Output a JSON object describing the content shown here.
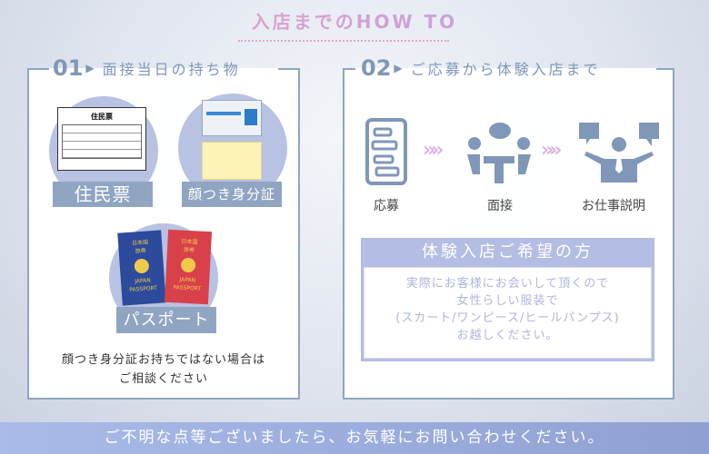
{
  "header": {
    "title": "入店までのHOW TO"
  },
  "section1": {
    "number": "01",
    "arrow": "▶",
    "title": "面接当日の持ち物",
    "items": [
      {
        "label": "住民票",
        "doc_title": "住民票"
      },
      {
        "label": "顔つき身分証"
      },
      {
        "label": "パスポート",
        "passport_lines": [
          "日本国",
          "旅券",
          "JAPAN",
          "PASSPORT"
        ]
      }
    ],
    "note_lines": [
      "顔つき身分証お持ちではない場合は",
      "ご相談ください"
    ]
  },
  "section2": {
    "number": "02",
    "arrow": "▶",
    "title": "ご応募から体験入店まで",
    "steps": [
      {
        "label": "応募",
        "icon": "application-form-icon"
      },
      {
        "label": "面接",
        "icon": "interview-icon"
      },
      {
        "label": "お仕事説明",
        "icon": "job-explanation-icon"
      }
    ],
    "chevron": "»»",
    "wish": {
      "title": "体験入店ご希望の方",
      "lines": [
        "実際にお客様にお会いして頂くので",
        "女性らしい服装で",
        "(スカート/ワンピース/ヒールパンプス)",
        "お越しください。"
      ]
    }
  },
  "footer": {
    "text": "ご不明な点等ございましたら、お気軽にお問い合わせください。"
  },
  "colors": {
    "accent": "#8fa5c2",
    "wish": "#b4bde3",
    "footer": "#9aa9dc"
  }
}
